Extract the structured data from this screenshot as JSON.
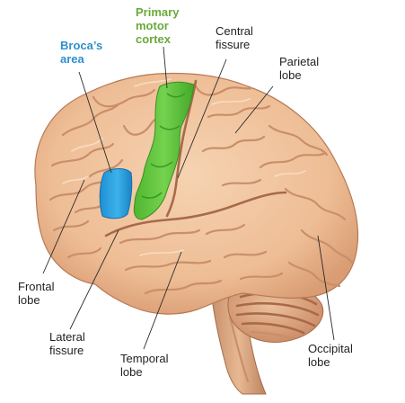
{
  "labels": {
    "broca": [
      "Broca’s",
      "area"
    ],
    "motor": [
      "Primary",
      "motor",
      "cortex"
    ],
    "central": [
      "Central",
      "fissure"
    ],
    "parietal": [
      "Parietal",
      "lobe"
    ],
    "frontal": [
      "Frontal",
      "lobe"
    ],
    "lateral": [
      "Lateral",
      "fissure"
    ],
    "temporal": [
      "Temporal",
      "lobe"
    ],
    "occipital": [
      "Occipital",
      "lobe"
    ]
  },
  "colors": {
    "broca": "#2f8fcf",
    "motor": "#6aa93a",
    "brain": "#efc49f",
    "motor_region": "#5cc43c",
    "broca_region": "#2aa0e0"
  }
}
